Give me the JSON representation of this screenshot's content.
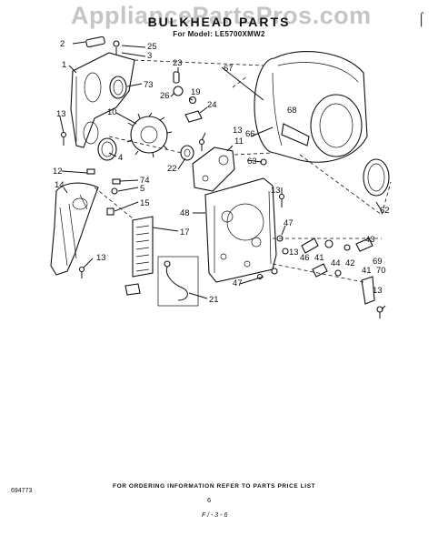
{
  "watermark": "AppliancePartsPros.com",
  "header": {
    "title": "BULKHEAD PARTS",
    "model_line": "For Model: LE5700XMW2",
    "corner_mark": "⌠"
  },
  "callouts": [
    "2",
    "25",
    "3",
    "1",
    "73",
    "23",
    "67",
    "26",
    "19",
    "24",
    "10",
    "68",
    "13",
    "13",
    "11",
    "66",
    "63",
    "4",
    "22",
    "12",
    "74",
    "5",
    "15",
    "14",
    "13",
    "48",
    "62",
    "47",
    "17",
    "13",
    "43",
    "46",
    "41",
    "44",
    "42",
    "69",
    "70",
    "41",
    "13",
    "13",
    "47",
    "21"
  ],
  "footer": {
    "note": "FOR ORDERING INFORMATION REFER TO PARTS PRICE LIST",
    "doc_id": "694773",
    "page": "6",
    "code": "F / - 3 - 6"
  }
}
